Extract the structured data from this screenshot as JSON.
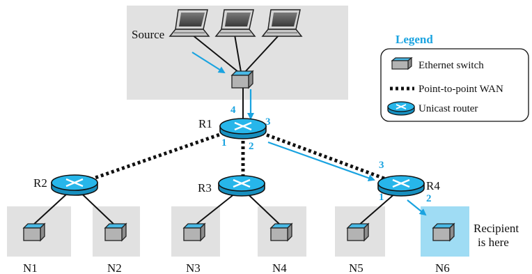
{
  "colors": {
    "accent": "#1aa3e0",
    "router_fill": "#27b6ea",
    "switch_top": "#49b9e6",
    "switch_body": "#a9a9a9",
    "panel_bg": "#e1e1e1",
    "highlight_bg": "#9fdcf4",
    "line": "#111111"
  },
  "labels": {
    "source": "Source",
    "recipient_line1": "Recipient",
    "recipient_line2": "is here"
  },
  "routers": [
    {
      "id": "r1",
      "name": "R1"
    },
    {
      "id": "r2",
      "name": "R2"
    },
    {
      "id": "r3",
      "name": "R3"
    },
    {
      "id": "r4",
      "name": "R4"
    }
  ],
  "networks": [
    {
      "id": "n1",
      "name": "N1"
    },
    {
      "id": "n2",
      "name": "N2"
    },
    {
      "id": "n3",
      "name": "N3"
    },
    {
      "id": "n4",
      "name": "N4"
    },
    {
      "id": "n5",
      "name": "N5"
    },
    {
      "id": "n6",
      "name": "N6"
    }
  ],
  "ports": {
    "r1_4": "4",
    "r1_3": "3",
    "r1_1": "1",
    "r1_2": "2",
    "r4_3": "3",
    "r4_1": "1",
    "r4_2": "2"
  },
  "legend": {
    "title": "Legend",
    "items": [
      {
        "icon": "ethernet-switch-icon",
        "label": "Ethernet switch"
      },
      {
        "icon": "point-to-point-wan-icon",
        "label": "Point-to-point WAN"
      },
      {
        "icon": "unicast-router-icon",
        "label": "Unicast router"
      }
    ]
  }
}
